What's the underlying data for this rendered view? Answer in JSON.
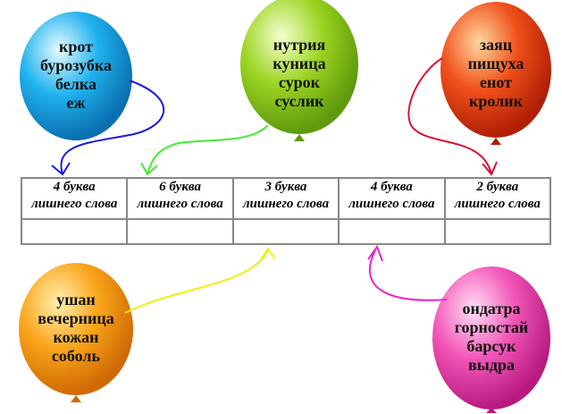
{
  "balloons": [
    {
      "color": "#1fb2ee",
      "words": [
        "крот",
        "бурозубка",
        "белка",
        "еж"
      ]
    },
    {
      "color": "#9bd421",
      "words": [
        "нутрия",
        "куница",
        "сурок",
        "суслик"
      ]
    },
    {
      "color": "#f0501a",
      "words": [
        "заяц",
        "пищуха",
        "енот",
        "кролик"
      ]
    },
    {
      "color": "#f9a51a",
      "words": [
        "ушан",
        "вечерница",
        "кожан",
        "соболь"
      ]
    },
    {
      "color": "#f256b8",
      "words": [
        "ондатра",
        "горностай",
        "барсук",
        "выдра"
      ]
    }
  ],
  "table": {
    "cells": [
      {
        "line1": "4 буква",
        "line2": "лишнего слова"
      },
      {
        "line1": "6 буква",
        "line2": "лишнего слова"
      },
      {
        "line1": "3 буква",
        "line2": "лишнего слова"
      },
      {
        "line1": "4 буква",
        "line2": "лишнего слова"
      },
      {
        "line1": "2 буква",
        "line2": "лишнего слова"
      }
    ]
  }
}
